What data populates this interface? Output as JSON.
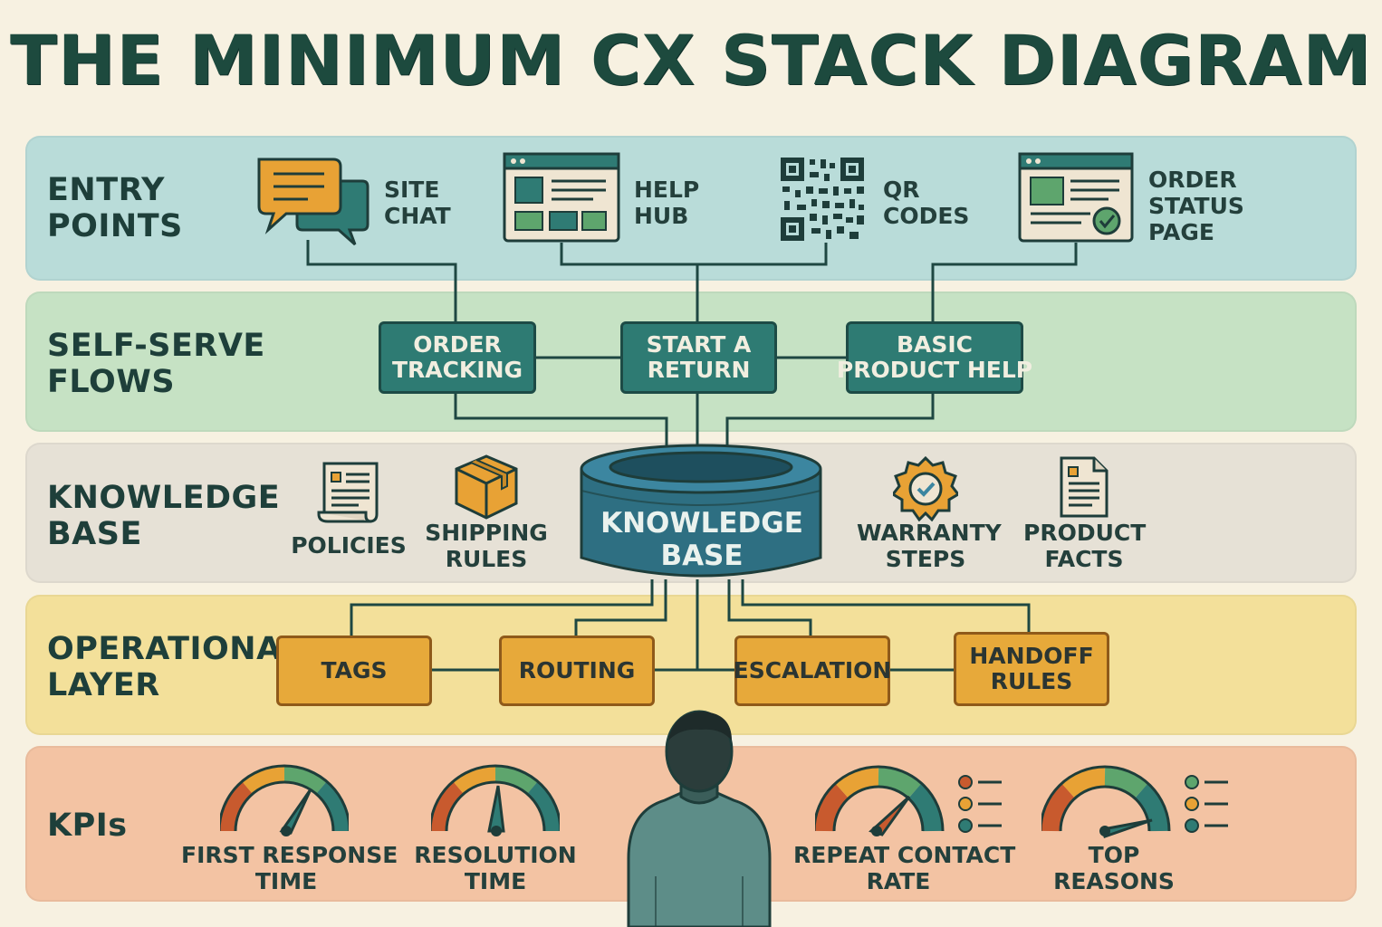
{
  "title": "THE MINIMUM CX STACK DIAGRAM",
  "layers": {
    "entry": {
      "label": "ENTRY\nPOINTS",
      "items": [
        {
          "label": "SITE\nCHAT",
          "icon": "chat-bubbles-icon"
        },
        {
          "label": "HELP\nHUB",
          "icon": "browser-window-icon"
        },
        {
          "label": "QR\nCODES",
          "icon": "qr-code-icon"
        },
        {
          "label": "ORDER\nSTATUS\nPAGE",
          "icon": "order-status-window-icon"
        }
      ]
    },
    "selfserve": {
      "label": "SELF-SERVE\nFLOWS",
      "items": [
        "ORDER\nTRACKING",
        "START A\nRETURN",
        "BASIC\nPRODUCT HELP"
      ]
    },
    "knowledge": {
      "label": "KNOWLEDGE\nBASE",
      "center": "KNOWLEDGE\nBASE",
      "items": [
        {
          "label": "POLICIES",
          "icon": "scroll-document-icon"
        },
        {
          "label": "SHIPPING\nRULES",
          "icon": "package-box-icon"
        },
        {
          "label": "WARRANTY\nSTEPS",
          "icon": "warranty-badge-icon"
        },
        {
          "label": "PRODUCT\nFACTS",
          "icon": "document-icon"
        }
      ]
    },
    "operational": {
      "label": "OPERATIONAL\nLAYER",
      "items": [
        "TAGS",
        "ROUTING",
        "ESCALATION",
        "HANDOFF\nRULES"
      ]
    },
    "kpis": {
      "label": "KPIs",
      "items": [
        {
          "label": "FIRST RESPONSE\nTIME",
          "icon": "gauge-icon"
        },
        {
          "label": "RESOLUTION\nTIME",
          "icon": "gauge-icon"
        },
        {
          "label": "REPEAT CONTACT\nRATE",
          "icon": "gauge-list-icon"
        },
        {
          "label": "TOP\nREASONS",
          "icon": "gauge-list-icon"
        }
      ]
    }
  },
  "colors": {
    "entry_band": "#b9dcd9",
    "selfserve_band": "#c6e2c4",
    "knowledge_band": "#e6e1d6",
    "operational_band": "#f3e09a",
    "kpi_band": "#f3c3a3",
    "teal": "#2e7b73",
    "orange": "#e7a93a"
  }
}
